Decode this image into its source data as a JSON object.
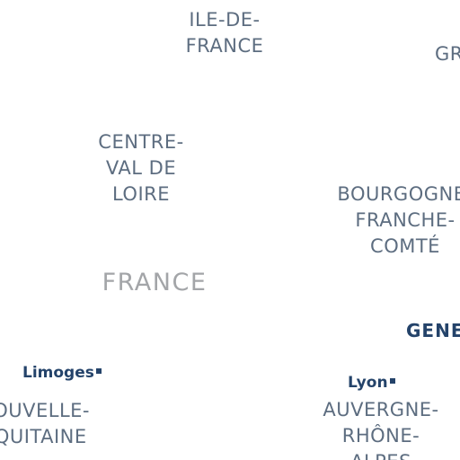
{
  "map": {
    "country_label": "FRANCE",
    "regions": [
      {
        "id": "ile-de-france",
        "lines": [
          "ILE-DE-",
          "FRANCE"
        ]
      },
      {
        "id": "centre-val-de-loire",
        "lines": [
          "CENTRE-",
          "VAL DE",
          "LOIRE"
        ]
      },
      {
        "id": "bourgogne-franche-comte",
        "lines": [
          "BOURGOGNE-",
          "FRANCHE-",
          "COMTÉ"
        ]
      },
      {
        "id": "auvergne-rhone-alpes",
        "lines": [
          "AUVERGNE-",
          "RHÔNE-",
          "ALPES"
        ]
      },
      {
        "id": "nouvelle-aquitaine",
        "lines": [
          "NOUVELLE-",
          "AQUITAINE"
        ]
      },
      {
        "id": "grand-est",
        "lines": [
          "GRAND EST"
        ]
      }
    ],
    "cities": [
      {
        "id": "limoges",
        "name": "Limoges"
      },
      {
        "id": "lyon",
        "name": "Lyon"
      },
      {
        "id": "geneva",
        "name": "GENEVA"
      }
    ]
  }
}
